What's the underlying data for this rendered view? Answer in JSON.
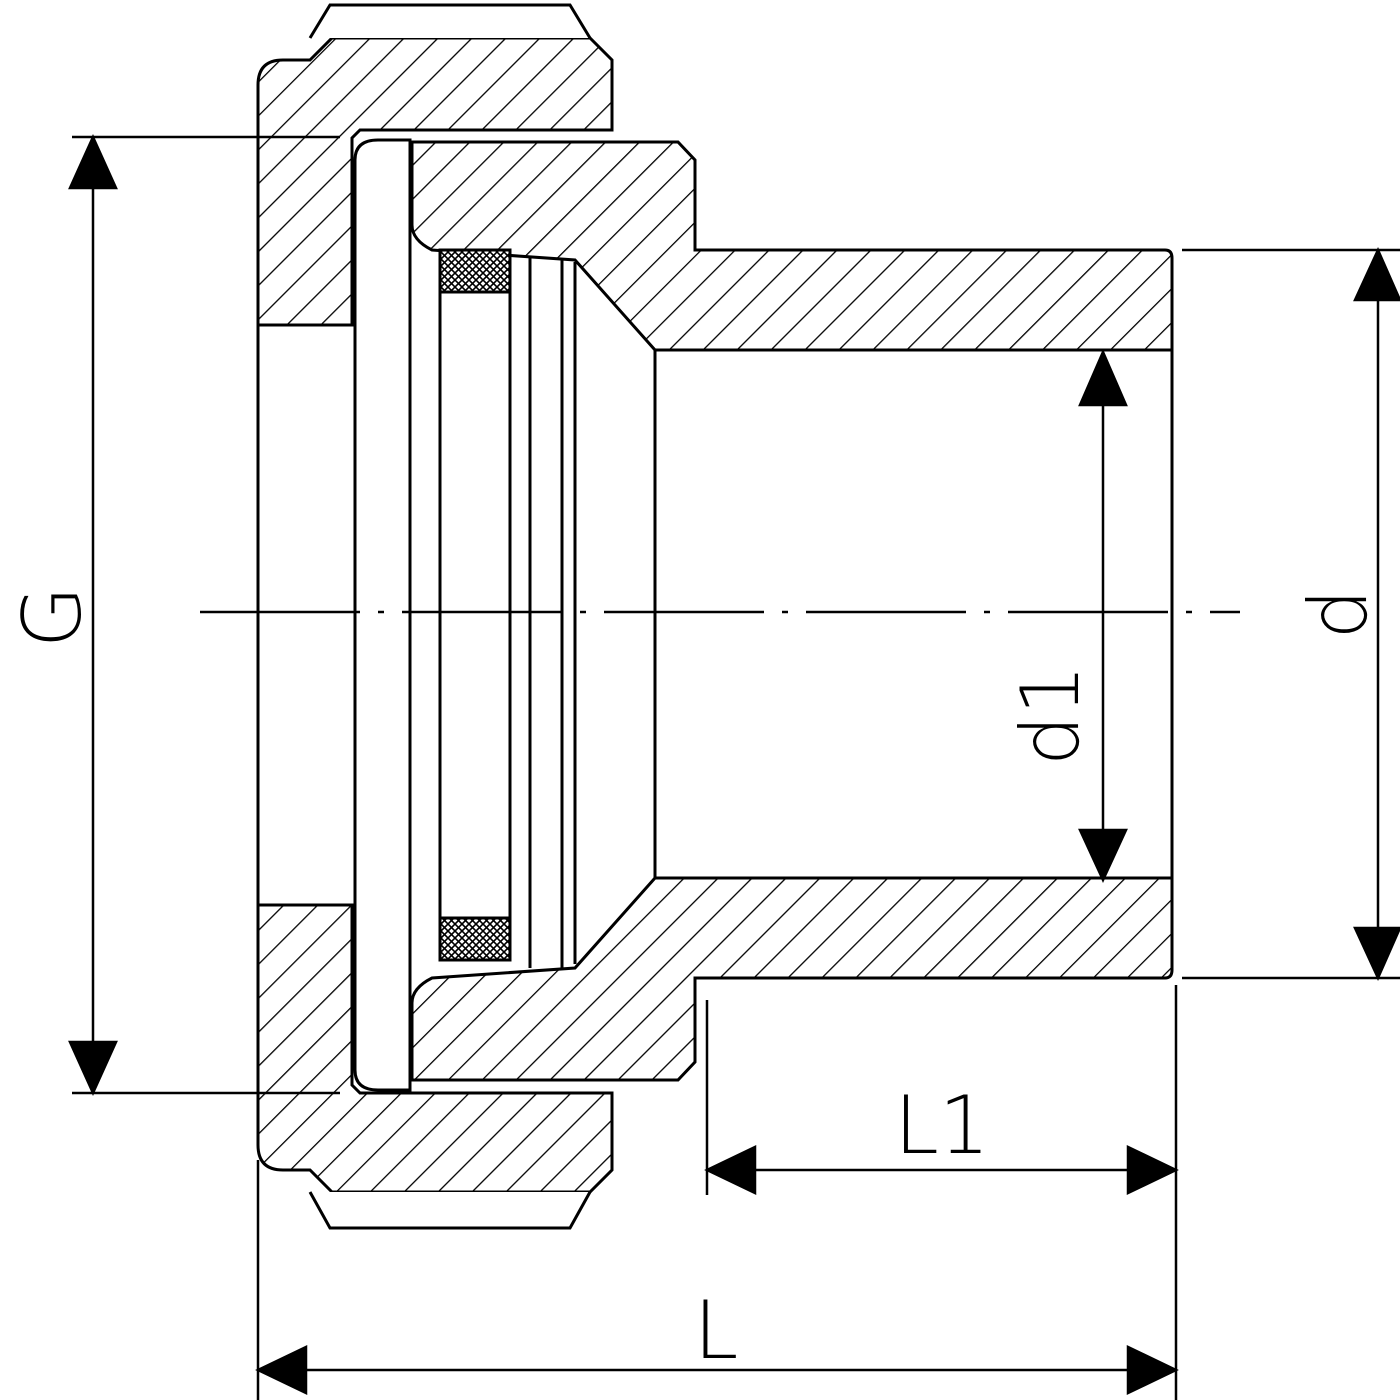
{
  "labels": {
    "G": "G",
    "d": "d",
    "d1": "d1",
    "L1": "L1",
    "L": "L"
  },
  "colors": {
    "ink": "#000000",
    "paper": "#ffffff"
  }
}
